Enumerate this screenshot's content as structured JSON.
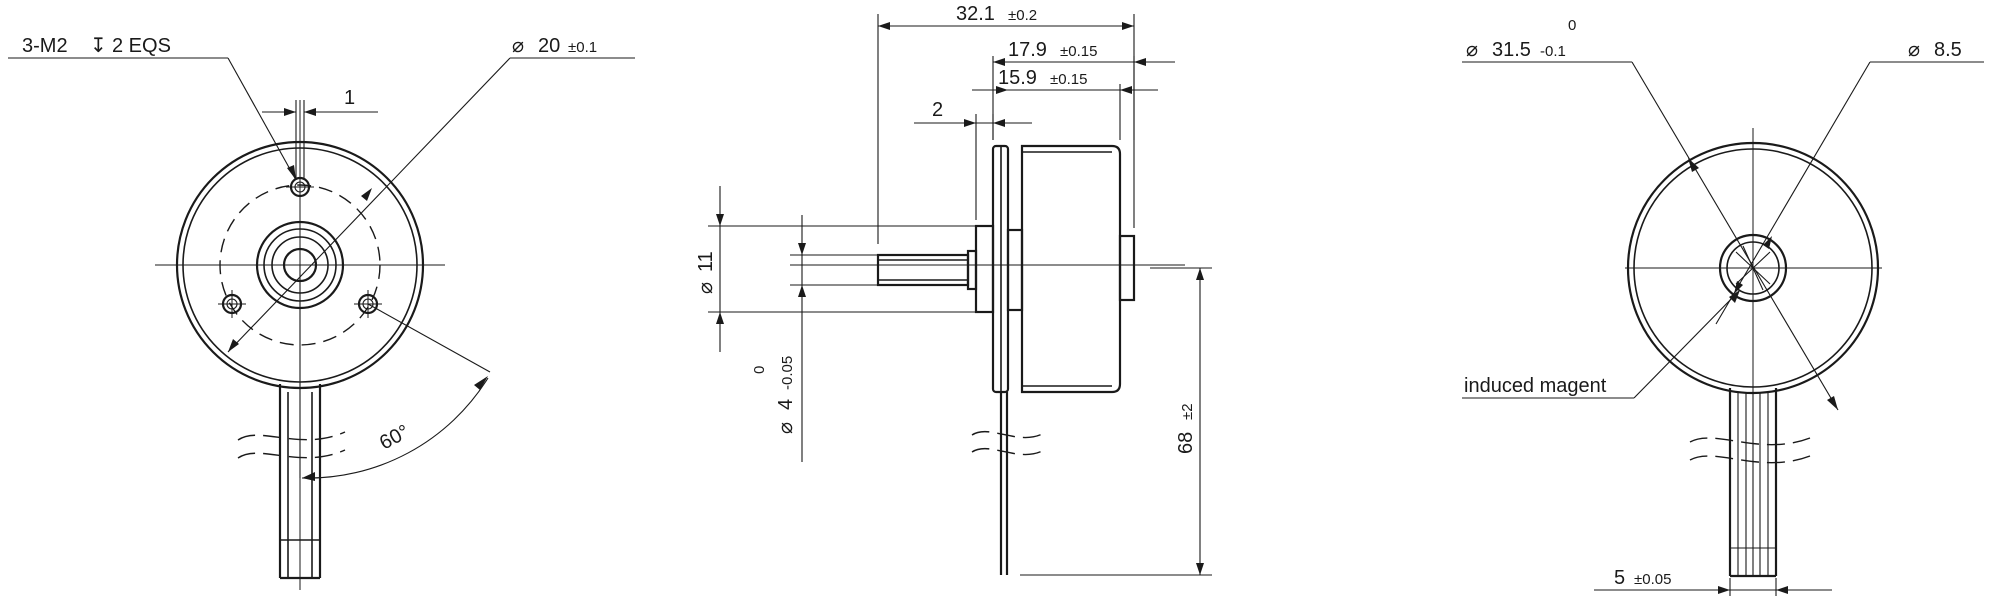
{
  "front_view": {
    "holes_label": "3-M2",
    "holes_depth": "2 EQS",
    "hole_width": "1",
    "body_dia_value": "20",
    "body_dia_tol": "±0.1",
    "angle": "60°"
  },
  "side_view": {
    "overall_length_value": "32.1",
    "overall_length_tol": "±0.2",
    "body_len1_value": "17.9",
    "body_len1_tol": "±0.15",
    "body_len2_value": "15.9",
    "body_len2_tol": "±0.15",
    "flange_thickness": "2",
    "hub_dia": "11",
    "shaft_dia_value": "4",
    "shaft_dia_upper": "0",
    "shaft_dia_lower": "-0.05",
    "lead_length_value": "68",
    "lead_length_tol": "±2"
  },
  "rear_view": {
    "outer_dia_value": "31.5",
    "outer_dia_upper": "0",
    "outer_dia_lower": "-0.1",
    "inner_dia": "8.5",
    "magnet_label": "induced magent",
    "lead_width_value": "5",
    "lead_width_tol": "±0.05"
  },
  "symbols": {
    "diameter": "⌀",
    "depth": "↧"
  }
}
